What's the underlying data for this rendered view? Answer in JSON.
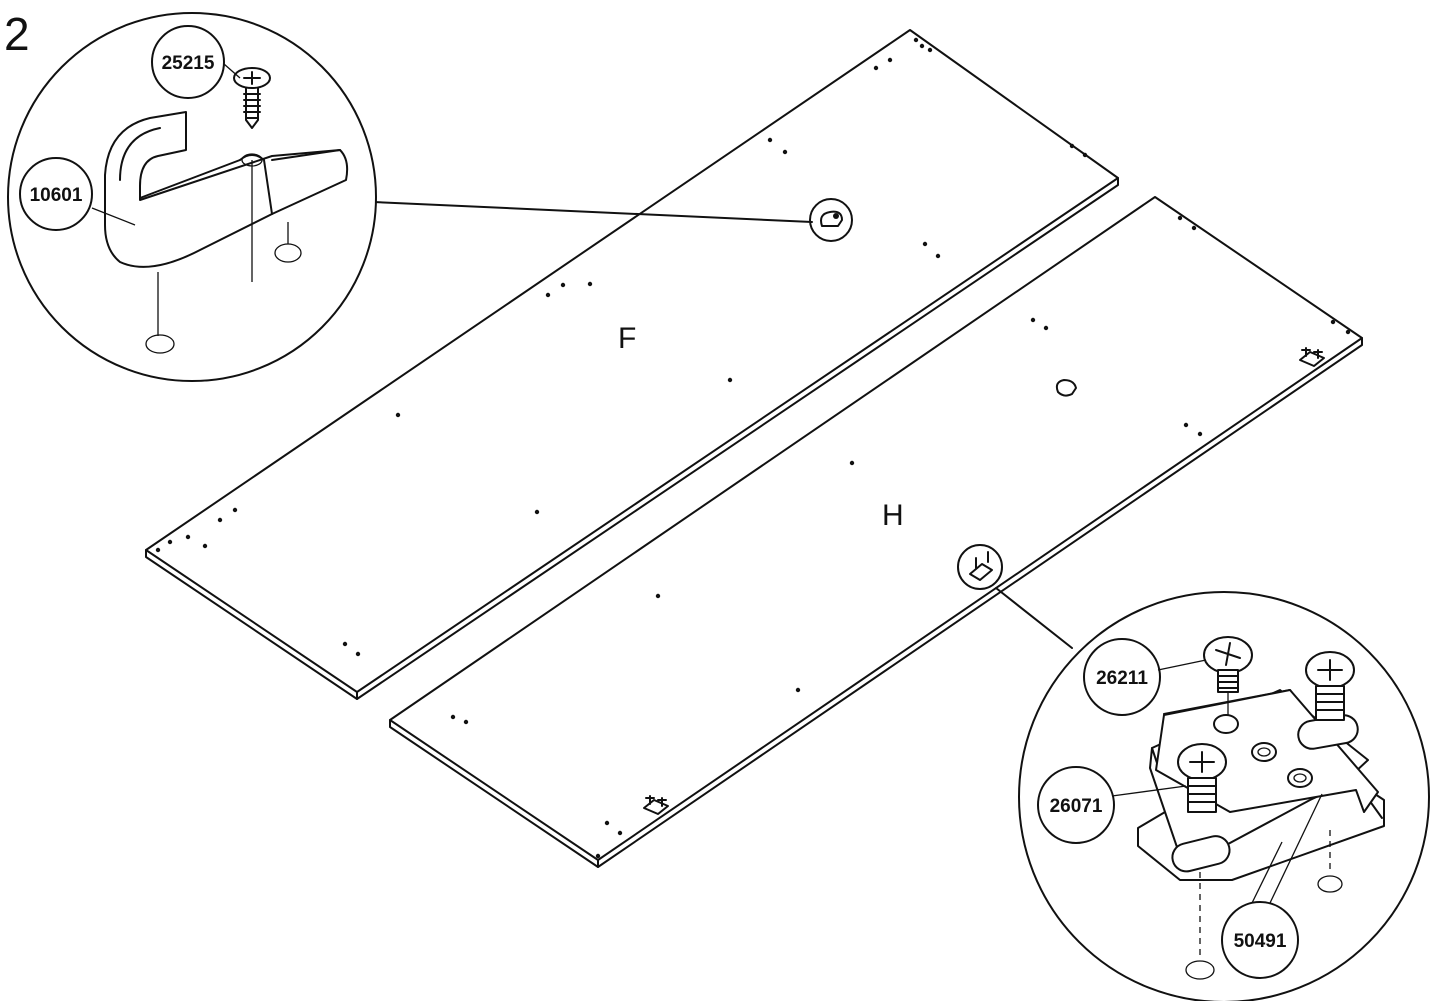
{
  "step": {
    "number": "2"
  },
  "panels": [
    {
      "id": "panel-f",
      "label": "F"
    },
    {
      "id": "panel-h",
      "label": "H"
    }
  ],
  "callouts": {
    "top_detail": {
      "parts": [
        {
          "id": "screw",
          "number": "25215"
        },
        {
          "id": "handle",
          "number": "10601"
        }
      ]
    },
    "bottom_detail": {
      "parts": [
        {
          "id": "short-screw",
          "number": "26211"
        },
        {
          "id": "euro-screw",
          "number": "26071"
        },
        {
          "id": "mounting-plate",
          "number": "50491"
        }
      ]
    }
  },
  "icons": [
    "phillips-screw-icon",
    "handle-bracket-icon",
    "mounting-plate-icon",
    "drill-hole-icon"
  ],
  "colors": {
    "line": "#111111",
    "background": "#ffffff"
  }
}
